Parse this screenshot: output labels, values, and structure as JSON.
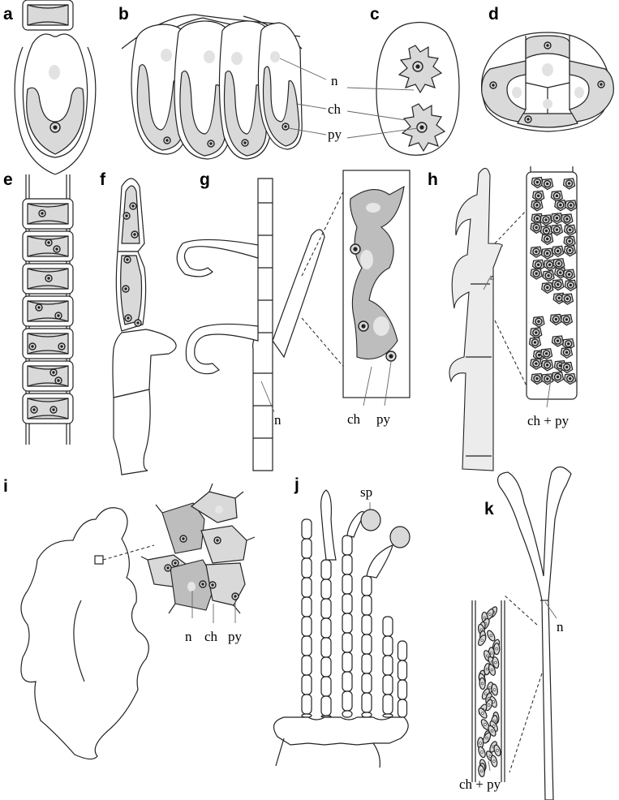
{
  "panels": {
    "a": {
      "label": "a"
    },
    "b": {
      "label": "b"
    },
    "c": {
      "label": "c"
    },
    "d": {
      "label": "d"
    },
    "e": {
      "label": "e"
    },
    "f": {
      "label": "f"
    },
    "g": {
      "label": "g"
    },
    "h": {
      "label": "h"
    },
    "i": {
      "label": "i"
    },
    "j": {
      "label": "j"
    },
    "k": {
      "label": "k"
    }
  },
  "annotations": {
    "nucleus": "n",
    "chloroplast": "ch",
    "pyrenoid": "py",
    "chloroplast_plus_pyrenoid": "ch + py",
    "sporangium": "sp"
  },
  "colors": {
    "outline": "#222222",
    "chloroplast_fill": "#d9d9d9",
    "chloroplast_dark": "#bdbdbd",
    "nucleus_fill": "#e2e2e2",
    "stipple_fill": "#ececec"
  }
}
